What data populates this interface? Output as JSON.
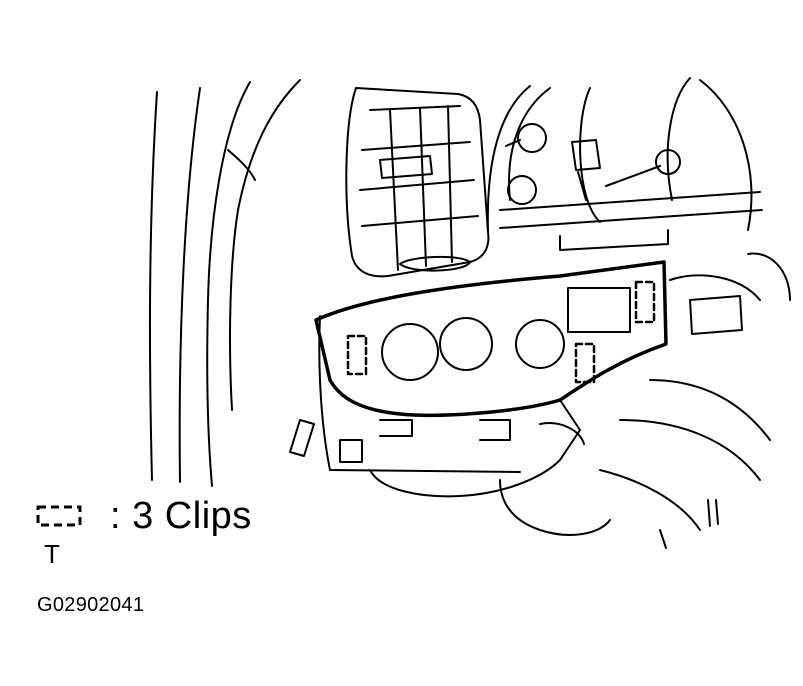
{
  "legend": {
    "symbol_icon": "dashed-clip-box-icon",
    "text": ": 3 Clips"
  },
  "marker_text": "T",
  "figure_code": "G02902041",
  "colors": {
    "line": "#000000",
    "background": "#ffffff"
  }
}
